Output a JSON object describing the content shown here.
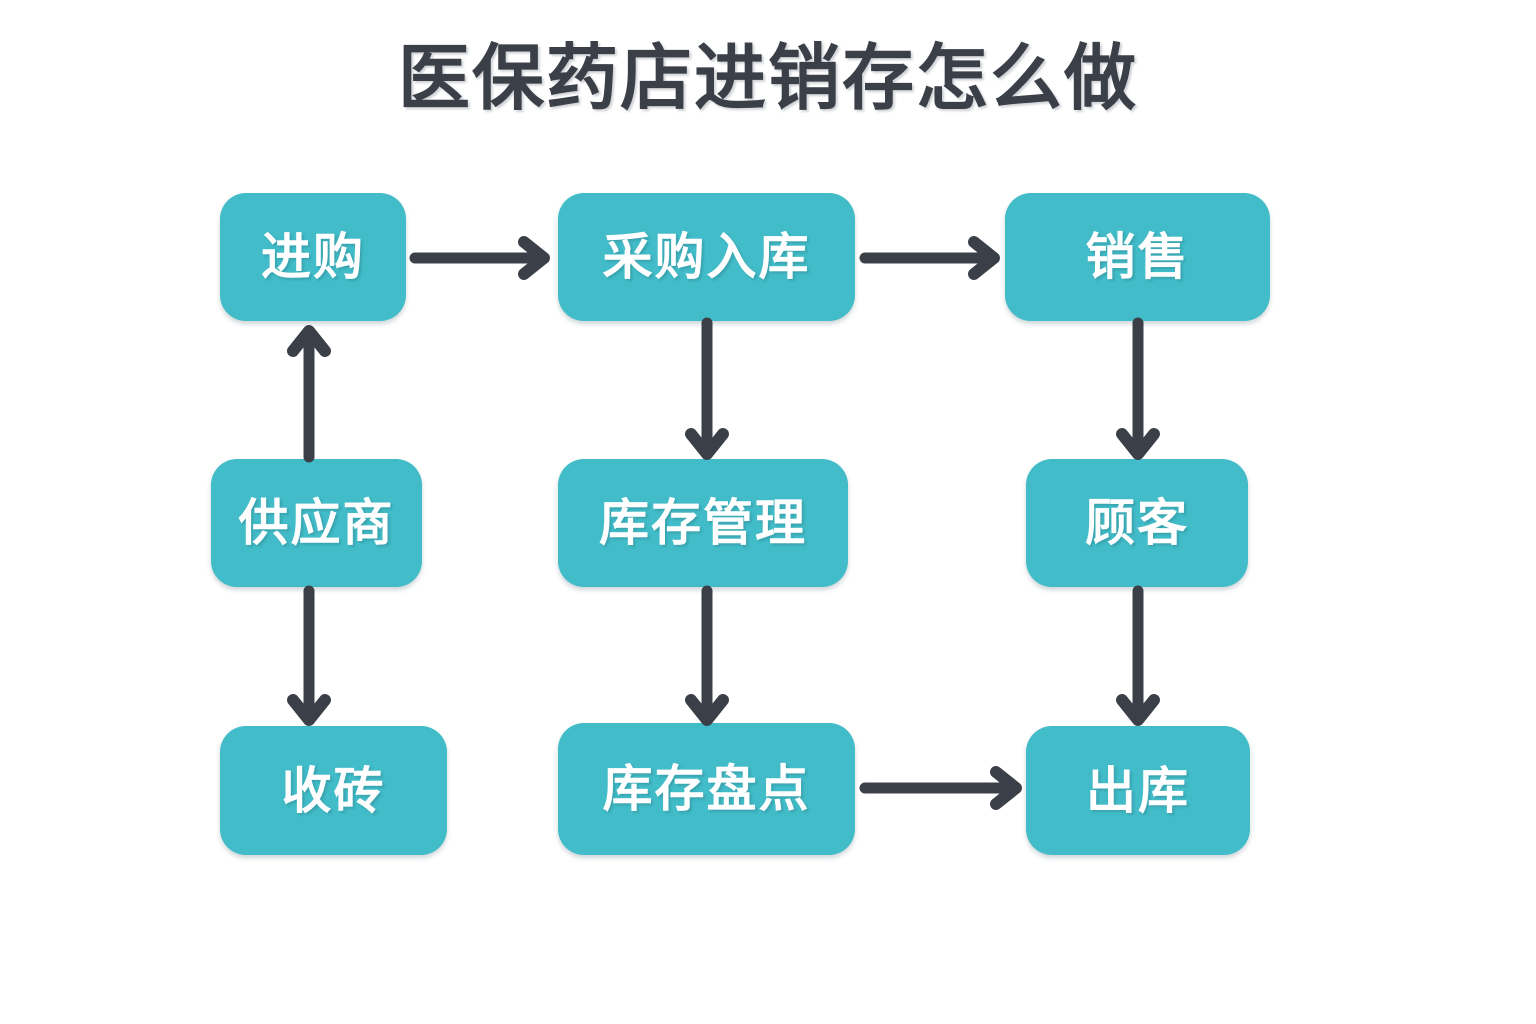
{
  "title": "医保药店进销存怎么做",
  "colors": {
    "node_fill": "#41bcc8",
    "node_text": "#ffffff",
    "title_text": "#3b4048",
    "arrow": "#3b4048",
    "background": "#ffffff"
  },
  "nodes": [
    {
      "id": "jingou",
      "label": "进购",
      "col": 1,
      "row": 1
    },
    {
      "id": "caigouruku",
      "label": "采购入库",
      "col": 2,
      "row": 1
    },
    {
      "id": "xiaoshou",
      "label": "销售",
      "col": 3,
      "row": 1
    },
    {
      "id": "gongyingshang",
      "label": "供应商",
      "col": 1,
      "row": 2
    },
    {
      "id": "kucunguanli",
      "label": "库存管理",
      "col": 2,
      "row": 2
    },
    {
      "id": "guke",
      "label": "顾客",
      "col": 3,
      "row": 2
    },
    {
      "id": "shouzhuan",
      "label": "收砖",
      "col": 1,
      "row": 3
    },
    {
      "id": "kucunpandian",
      "label": "库存盘点",
      "col": 2,
      "row": 3
    },
    {
      "id": "chuku",
      "label": "出库",
      "col": 3,
      "row": 3
    }
  ],
  "edges": [
    {
      "id": "e1",
      "from": "jingou",
      "to": "caigouruku",
      "direction": "right"
    },
    {
      "id": "e2",
      "from": "caigouruku",
      "to": "xiaoshou",
      "direction": "right"
    },
    {
      "id": "e3",
      "from": "gongyingshang",
      "to": "jingou",
      "direction": "up"
    },
    {
      "id": "e4",
      "from": "caigouruku",
      "to": "kucunguanli",
      "direction": "down"
    },
    {
      "id": "e5",
      "from": "xiaoshou",
      "to": "guke",
      "direction": "down"
    },
    {
      "id": "e6",
      "from": "gongyingshang",
      "to": "shouzhuan",
      "direction": "down"
    },
    {
      "id": "e7",
      "from": "kucunguanli",
      "to": "kucunpandian",
      "direction": "down"
    },
    {
      "id": "e8",
      "from": "guke",
      "to": "chuku",
      "direction": "down"
    },
    {
      "id": "e9",
      "from": "kucunpandian",
      "to": "chuku",
      "direction": "right"
    }
  ]
}
